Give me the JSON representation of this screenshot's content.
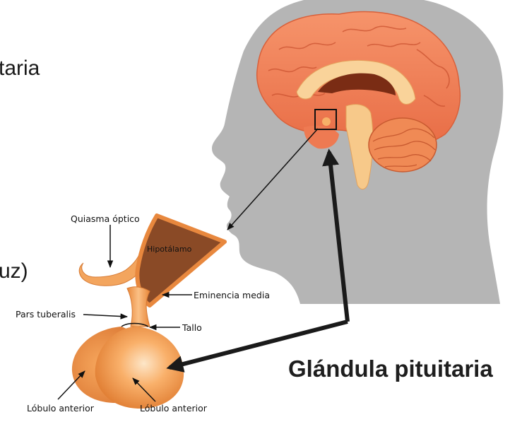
{
  "fragments": {
    "top": "taria",
    "mid": "uz)"
  },
  "title": "Glándula pituitaria",
  "labels": {
    "quiasma": "Quiasma óptico",
    "hipotalamo": "Hipotálamo",
    "eminencia": "Eminencia media",
    "pars": "Pars tuberalis",
    "tallo": "Tallo",
    "lobulo_left": "Lóbulo anterior",
    "lobulo_right": "Lóbulo anterior"
  },
  "colors": {
    "head": "#b5b5b5",
    "brain": "#f07f55",
    "gland": "#f7a55a",
    "hypothalamus": "#8a4a26",
    "arrow": "#1a1a1a"
  }
}
